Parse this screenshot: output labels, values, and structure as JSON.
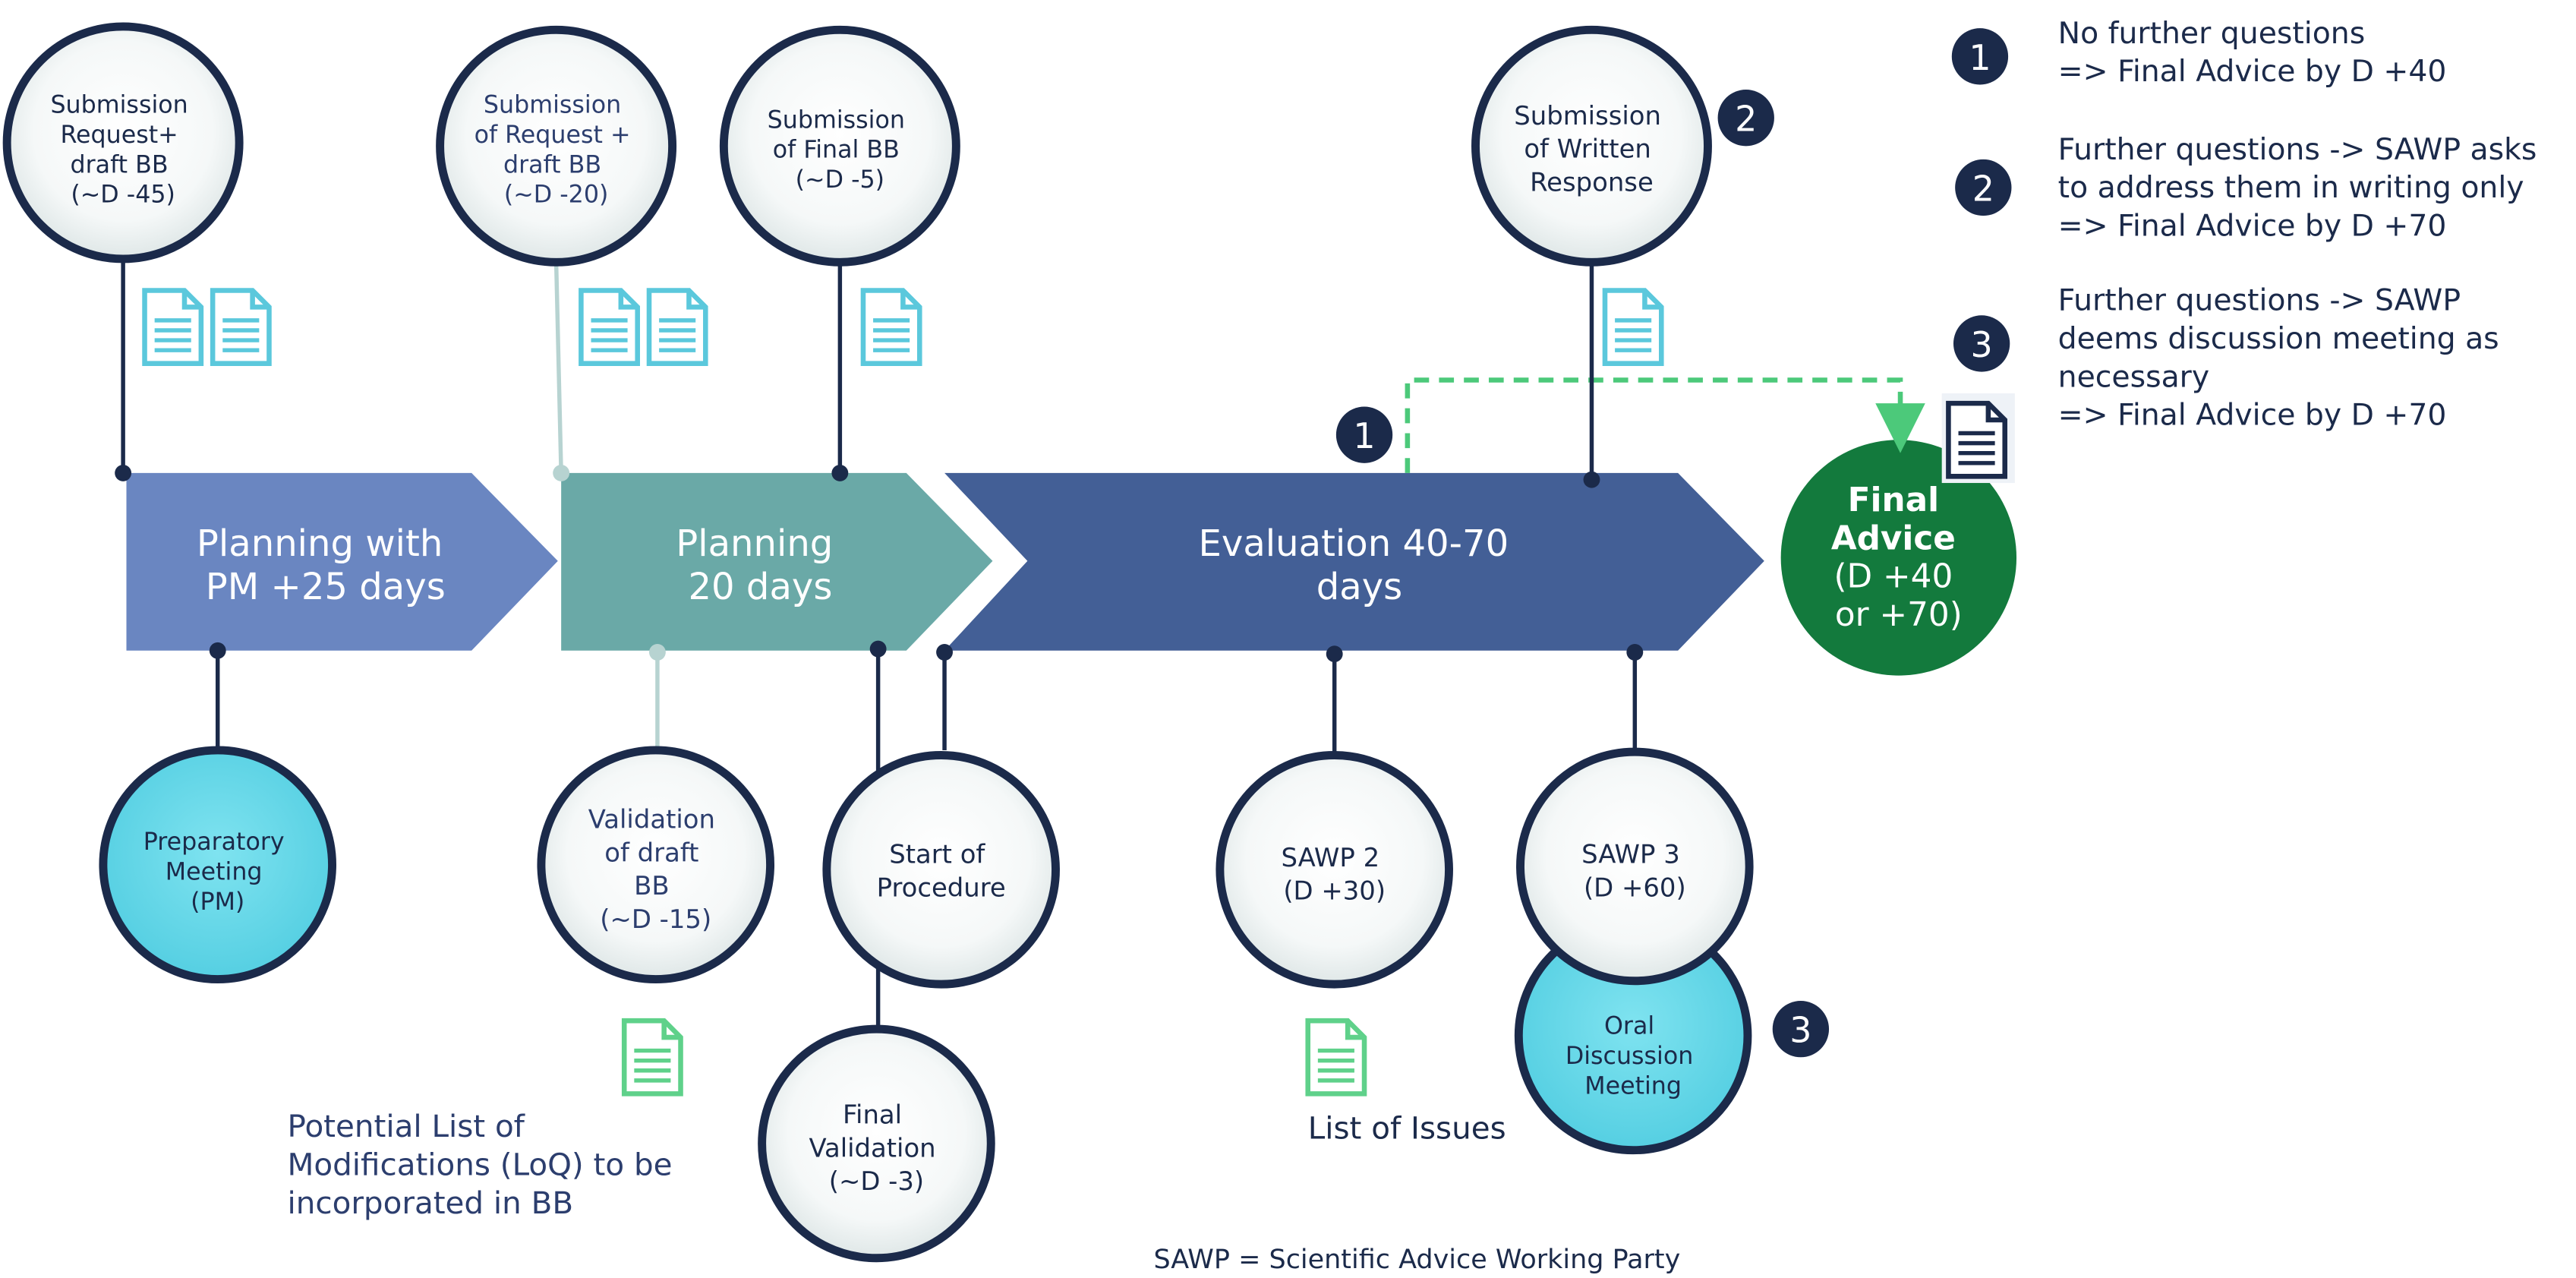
{
  "phases": [
    {
      "id": "planning-pm",
      "lines": [
        "Planning with",
        "PM +25 days"
      ],
      "color": "#6a86c1"
    },
    {
      "id": "planning-20",
      "lines": [
        "Planning",
        "20 days"
      ],
      "color": "#6aa9a7"
    },
    {
      "id": "evaluation",
      "lines": [
        "Evaluation 40-70",
        "days"
      ],
      "color": "#435f96"
    }
  ],
  "final_advice": {
    "lines": [
      "Final",
      "Advice",
      "(D +40",
      "or +70)"
    ],
    "color": "#137a3d"
  },
  "milestones_top": [
    {
      "id": "submission-request-draft-bb",
      "lines": [
        "Submission",
        "Request+",
        "draft BB",
        "(~D -45)"
      ]
    },
    {
      "id": "submission-of-request-draft-bb",
      "lines": [
        "Submission",
        "of Request +",
        "draft BB",
        "(~D -20)"
      ]
    },
    {
      "id": "submission-final-bb",
      "lines": [
        "Submission",
        "of Final BB",
        "(~D -5)"
      ]
    },
    {
      "id": "submission-written-response",
      "lines": [
        "Submission",
        "of Written",
        "Response"
      ]
    }
  ],
  "milestones_bottom": [
    {
      "id": "preparatory-meeting",
      "lines": [
        "Preparatory",
        "Meeting",
        "(PM)"
      ]
    },
    {
      "id": "validation-draft-bb",
      "lines": [
        "Validation",
        "of draft",
        "BB",
        "(~D -15)"
      ]
    },
    {
      "id": "start-of-procedure",
      "lines": [
        "Start of",
        "Procedure"
      ]
    },
    {
      "id": "final-validation",
      "lines": [
        "Final",
        "Validation",
        "(~D -3)"
      ]
    },
    {
      "id": "sawp-2",
      "lines": [
        "SAWP 2",
        "(D +30)"
      ]
    },
    {
      "id": "sawp-3",
      "lines": [
        "SAWP 3",
        "(D +60)"
      ]
    },
    {
      "id": "oral-discussion-meeting",
      "lines": [
        "Oral",
        "Discussion",
        "Meeting"
      ]
    }
  ],
  "badges": {
    "one": "1",
    "two": "2",
    "three": "3"
  },
  "legend": [
    {
      "number": "1",
      "lines": [
        "No further questions",
        "=> Final Advice by D +40"
      ]
    },
    {
      "number": "2",
      "lines": [
        "Further questions -> SAWP asks",
        "to address them in writing only",
        "=> Final Advice by D +70"
      ]
    },
    {
      "number": "3",
      "lines": [
        "Further questions -> SAWP",
        "deems discussion meeting as",
        "necessary",
        "=> Final Advice by D +70"
      ]
    }
  ],
  "notes": {
    "loq": [
      "Potential List of",
      "Modifications (LoQ) to be",
      "incorporated in BB"
    ],
    "list_of_issues": "List of Issues",
    "footer": "SAWP = Scientific Advice Working Party"
  },
  "icons": {
    "document": "document-icon"
  },
  "colors": {
    "navy": "#1b2a4a",
    "cyan_doc": "#5bc8dc",
    "green_doc": "#5fd18a",
    "light_cyan_fill": "#6fdceb",
    "dashed_green": "#4cc97a"
  }
}
